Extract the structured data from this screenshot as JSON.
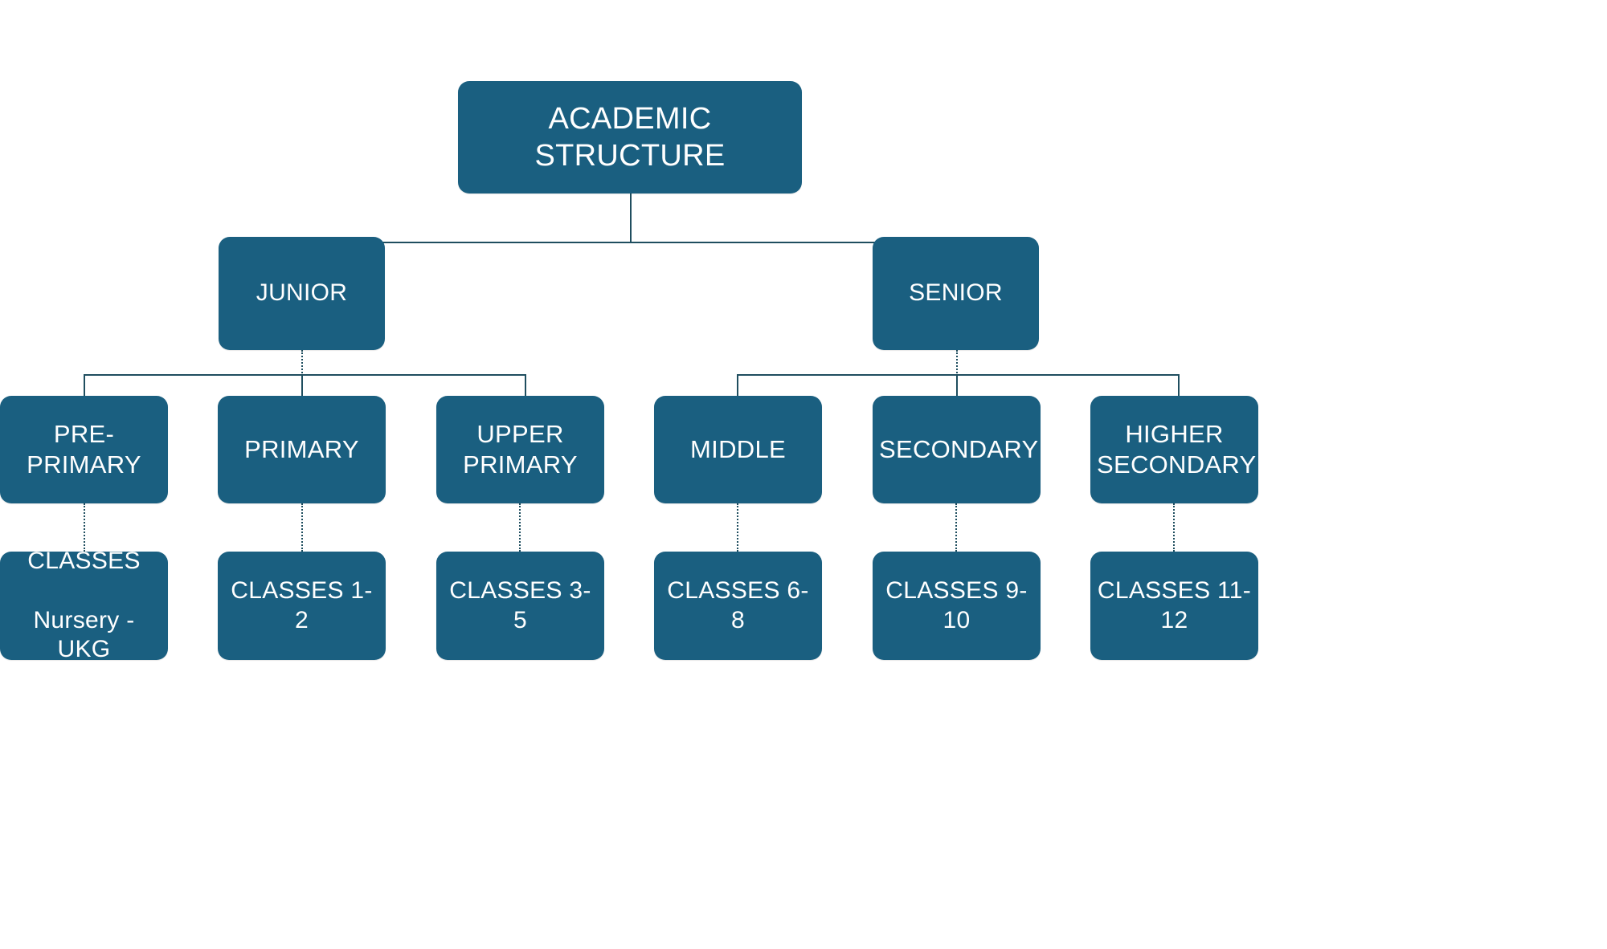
{
  "diagram": {
    "title": "ACADEMIC STRUCTURE",
    "type": "organizational-tree",
    "colors": {
      "node_fill": "#1a5f80",
      "node_text": "#ffffff",
      "connector": "#1f4e5f",
      "background": "#ffffff"
    },
    "levels": [
      {
        "name": "root",
        "nodes": [
          {
            "id": "academic-structure",
            "label": "ACADEMIC STRUCTURE"
          }
        ]
      },
      {
        "name": "division",
        "nodes": [
          {
            "id": "junior",
            "label": "JUNIOR"
          },
          {
            "id": "senior",
            "label": "SENIOR"
          }
        ]
      },
      {
        "name": "stage",
        "nodes": [
          {
            "id": "pre-primary",
            "label": "PRE-PRIMARY",
            "parent": "junior"
          },
          {
            "id": "primary",
            "label": "PRIMARY",
            "parent": "junior"
          },
          {
            "id": "upper-primary",
            "label": "UPPER\nPRIMARY",
            "parent": "junior"
          },
          {
            "id": "middle",
            "label": "MIDDLE",
            "parent": "senior"
          },
          {
            "id": "secondary",
            "label": "SECONDARY",
            "parent": "senior"
          },
          {
            "id": "higher-secondary",
            "label": "HIGHER\nSECONDARY",
            "parent": "senior"
          }
        ]
      },
      {
        "name": "classes",
        "nodes": [
          {
            "id": "classes-nursery-ukg",
            "label": "CLASSES\n\nNursery - UKG",
            "parent": "pre-primary"
          },
          {
            "id": "classes-1-2",
            "label": "CLASSES 1-2",
            "parent": "primary"
          },
          {
            "id": "classes-3-5",
            "label": "CLASSES 3-5",
            "parent": "upper-primary"
          },
          {
            "id": "classes-6-8",
            "label": "CLASSES 6-8",
            "parent": "middle"
          },
          {
            "id": "classes-9-10",
            "label": "CLASSES 9-10",
            "parent": "secondary"
          },
          {
            "id": "classes-11-12",
            "label": "CLASSES 11-\n12",
            "parent": "higher-secondary"
          }
        ]
      }
    ]
  }
}
